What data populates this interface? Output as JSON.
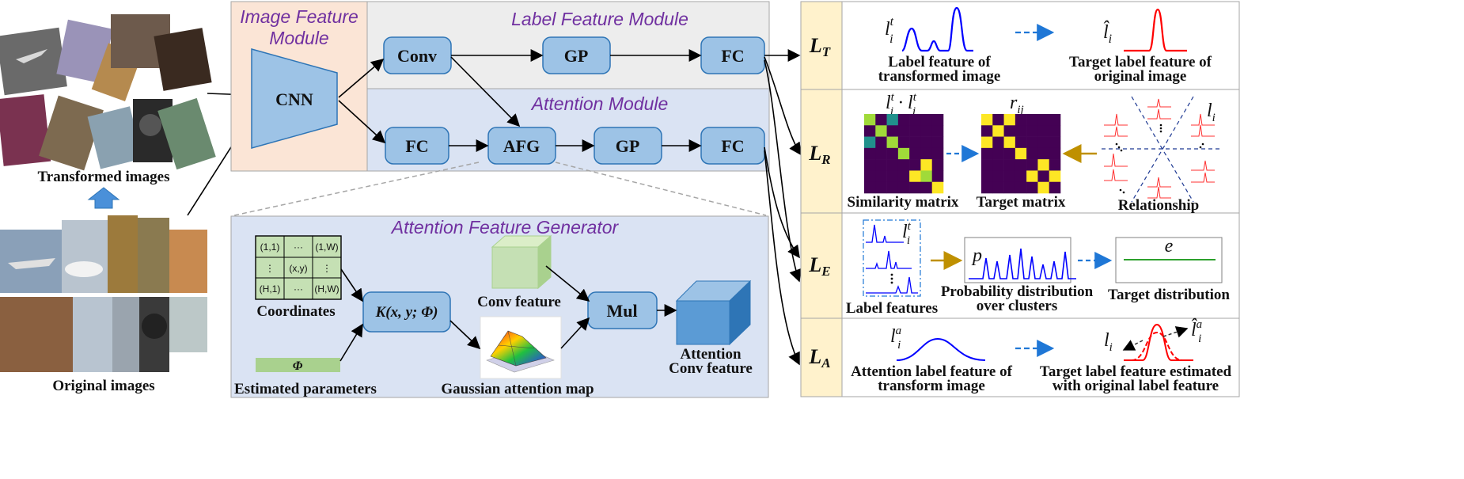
{
  "left_panel": {
    "transformed_label": "Transformed images",
    "original_label": "Original images"
  },
  "modules": {
    "image_feature": "Image Feature Module",
    "label_feature": "Label Feature Module",
    "attention": "Attention Module",
    "afg": "Attention Feature Generator"
  },
  "blocks": {
    "cnn": "CNN",
    "conv": "Conv",
    "gp1": "GP",
    "fc1": "FC",
    "fc2": "FC",
    "afg": "AFG",
    "gp2": "GP",
    "fc3": "FC",
    "kernel": "K(x, y; Φ)",
    "mul": "Mul"
  },
  "afg_panel": {
    "grid_cells": [
      "(1,1)",
      "···",
      "(1,W)",
      "⋮",
      "(x,y)",
      "⋮",
      "(H,1)",
      "···",
      "(H,W)"
    ],
    "coordinates_label": "Coordinates",
    "phi_label": "Φ",
    "estimated_label": "Estimated parameters",
    "conv_feature_label": "Conv feature",
    "gaussian_label": "Gaussian attention map",
    "attention_conv_label_1": "Attention",
    "attention_conv_label_2": "Conv feature"
  },
  "losses": {
    "lt": {
      "name": "L",
      "sub": "T",
      "left_math": "l",
      "left_sup": "t",
      "left_sub": "i",
      "left_cap1": "Label feature of",
      "left_cap2": "transformed image",
      "right_math": "l̂",
      "right_sub": "i",
      "right_cap1": "Target label feature of",
      "right_cap2": "original image"
    },
    "lr": {
      "name": "L",
      "sub": "R",
      "sim_math": "l",
      "sim_cap": "Similarity matrix",
      "target_math": "r",
      "target_sub": "ij",
      "target_cap": "Target matrix",
      "rel_math": "l",
      "rel_sub": "i",
      "rel_cap": "Relationship"
    },
    "le": {
      "name": "L",
      "sub": "E",
      "lf_math": "l",
      "lf_sup": "t",
      "lf_sub": "i",
      "lf_cap": "Label features",
      "p_math": "p",
      "p_cap1": "Probability distribution",
      "p_cap2": "over clusters",
      "e_math": "e",
      "e_cap": "Target distribution"
    },
    "la": {
      "name": "L",
      "sub": "A",
      "left_math": "l",
      "left_sup": "a",
      "left_sub": "i",
      "left_cap1": "Attention label feature of",
      "left_cap2": "transform image",
      "right_math1": "l",
      "right_sub1": "i",
      "right_math2": "l̂",
      "right_sup2": "a",
      "right_sub2": "i",
      "right_cap1": "Target label feature estimated",
      "right_cap2": "with original label feature"
    }
  },
  "colors": {
    "block_fill": "#9dc3e6",
    "block_stroke": "#2e75b6",
    "module_text": "#7030a0",
    "image_feature_bg": "#fbe5d6",
    "label_module_bg": "#ededed",
    "attention_bg": "#dae3f3",
    "loss_col_bg": "#fff2cc",
    "curve_blue": "#0000ff",
    "curve_red": "#ff0000",
    "matrix_purple": "#440154",
    "matrix_yellow": "#fde725",
    "matrix_green": "#a0da39",
    "matrix_teal": "#21918c",
    "dashed_arrow": "#1f77d6",
    "gold_arrow": "#bf9000",
    "entropy_green": "#2ca02c"
  }
}
